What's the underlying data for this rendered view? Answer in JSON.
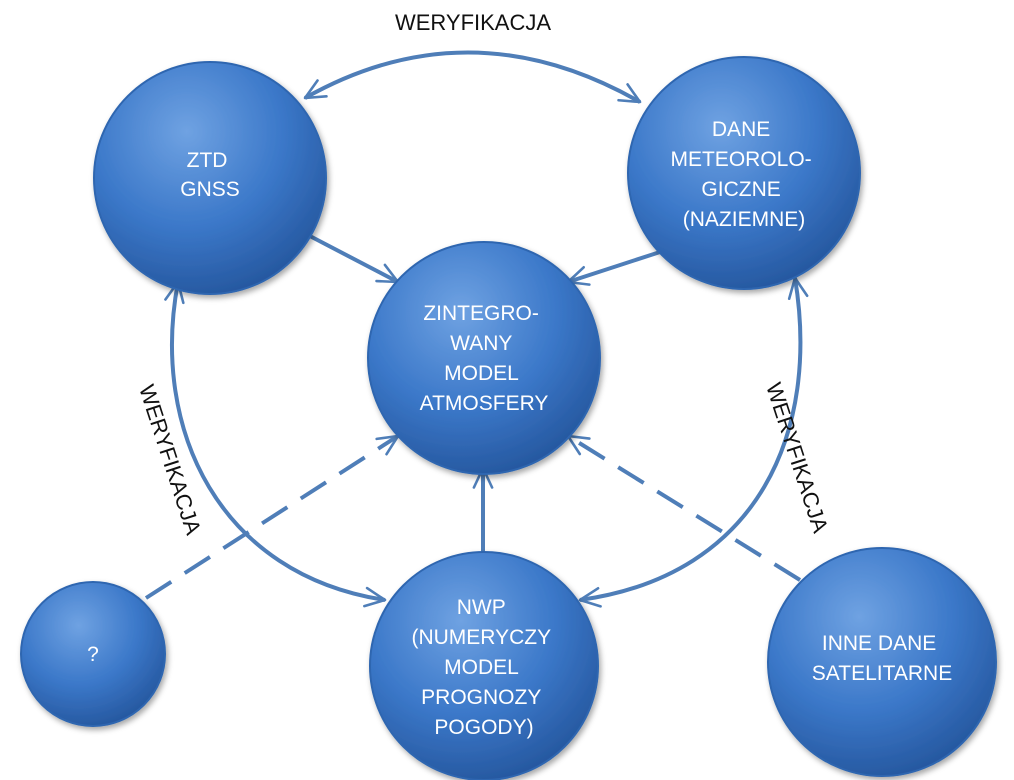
{
  "colors": {
    "node_light": "#6d9fe0",
    "node_mid": "#3f7fd0",
    "node_dark": "#1f4f92",
    "node_stroke": "#2f66b0",
    "arrow": "#4f7eb8",
    "label_text": "#111111"
  },
  "nodes": {
    "ztd": [
      "ZTD",
      "GNSS"
    ],
    "meteo": [
      "DANE",
      "METEOROLO-",
      "GICZNE",
      "(NAZIEMNE)"
    ],
    "model": [
      "ZINTEGRO-",
      "WANY",
      "MODEL",
      "ATMOSFERY"
    ],
    "nwp": [
      "NWP",
      "(NUMERYCZY",
      "MODEL",
      "PROGNOZY",
      "POGODY)"
    ],
    "unknown": [
      "?"
    ],
    "satellite": [
      "INNE DANE",
      "SATELITARNE"
    ]
  },
  "relations": {
    "top": "WERYFIKACJA",
    "left": "WERYFIKACJA",
    "right": "WERYFIKACJA"
  }
}
